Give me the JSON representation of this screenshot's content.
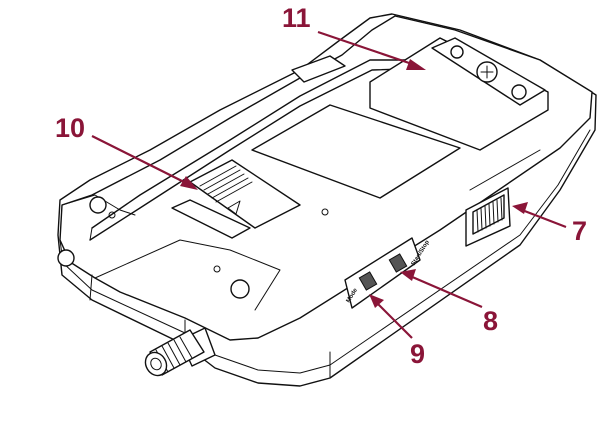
{
  "colors": {
    "callout": "#8a1538",
    "outline": "#111111",
    "background": "#ffffff"
  },
  "callouts": {
    "c7": "7",
    "c8": "8",
    "c9": "9",
    "c10": "10",
    "c11": "11"
  },
  "device": {
    "side_label_start": "Start/Stop",
    "side_label_mode": "Mode"
  }
}
